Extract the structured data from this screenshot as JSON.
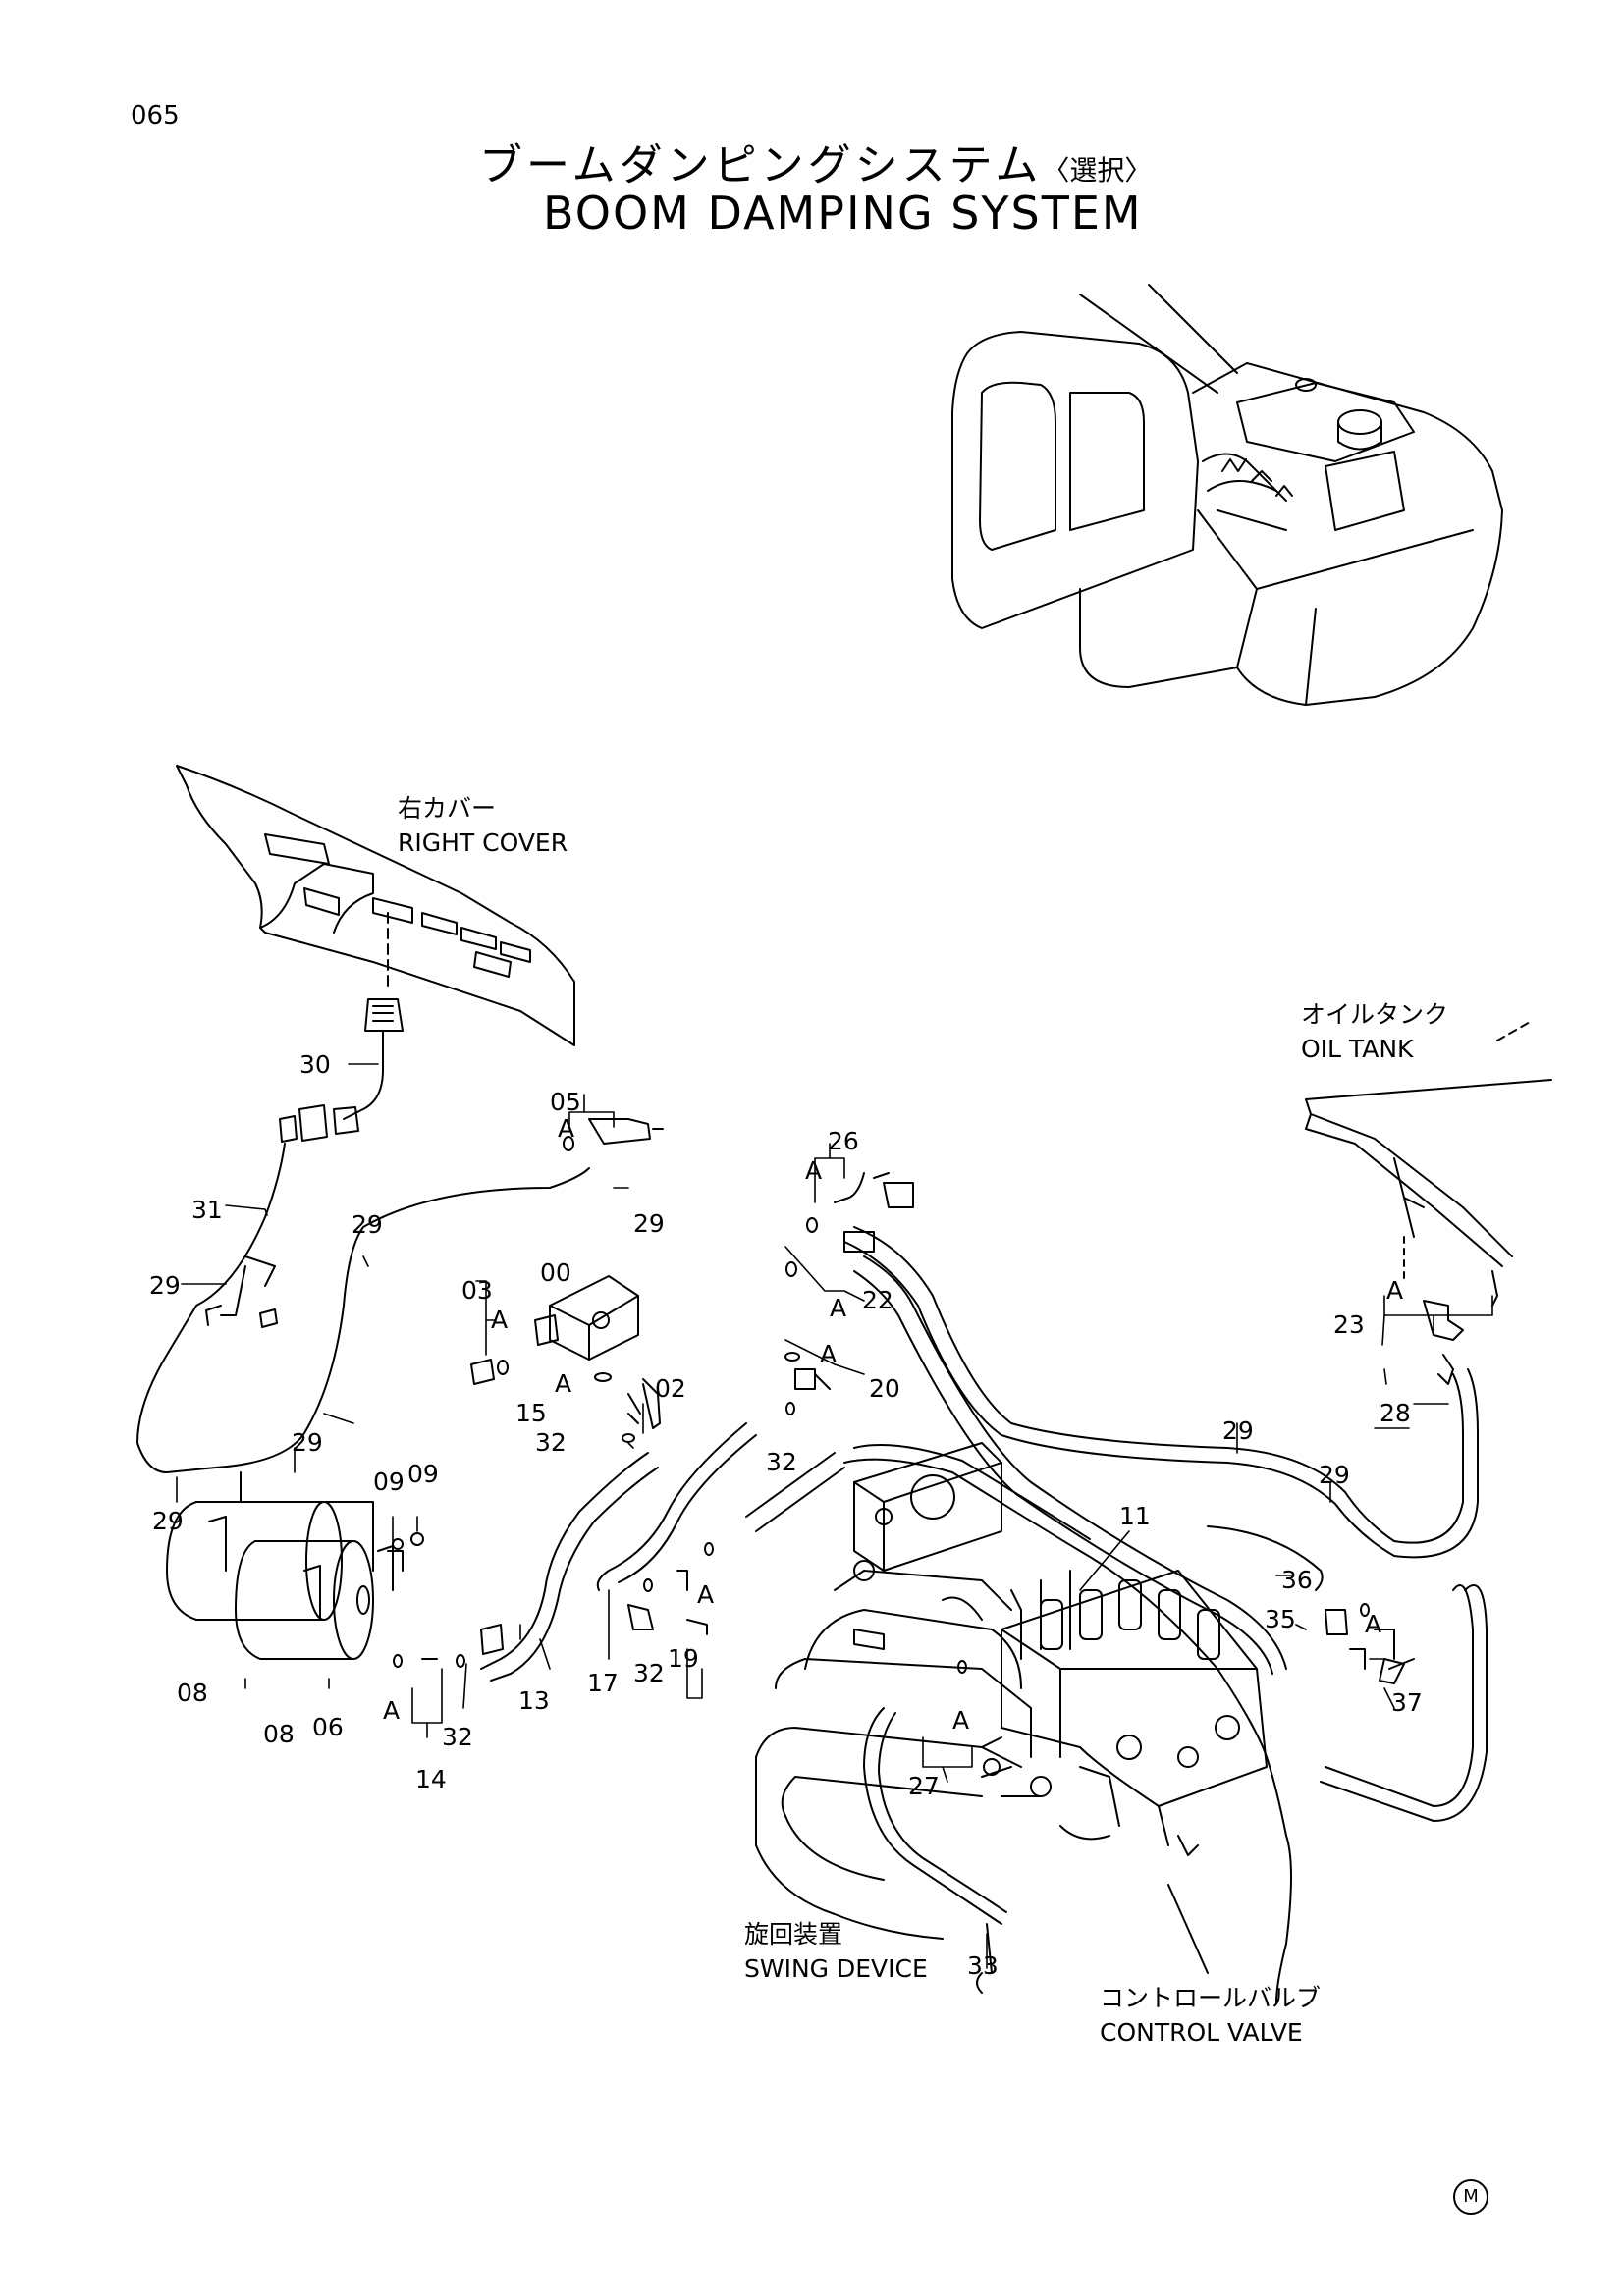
{
  "page_number": "065",
  "title_ja": "ブームダンピングシステム",
  "title_ja_option": "〈選択〉",
  "title_en": "BOOM DAMPING SYSTEM",
  "labels": {
    "right_cover_ja": "右カバー",
    "right_cover_en": "RIGHT COVER",
    "oil_tank_ja": "オイルタンク",
    "oil_tank_en": "OIL TANK",
    "swing_device_ja": "旋回装置",
    "swing_device_en": "SWING DEVICE",
    "control_valve_ja": "コントロールバルブ",
    "control_valve_en": "CONTROL VALVE"
  },
  "part_numbers": [
    "00",
    "02",
    "03",
    "05",
    "06",
    "08",
    "09",
    "11",
    "13",
    "14",
    "15",
    "17",
    "19",
    "20",
    "22",
    "23",
    "26",
    "27",
    "28",
    "29",
    "30",
    "31",
    "32",
    "33",
    "35",
    "36",
    "37"
  ],
  "callouts": {
    "p30": "30",
    "p31": "31",
    "p29a": "29",
    "p29b": "29",
    "p29c": "29",
    "p29d": "29",
    "p29e": "29",
    "p29f": "29",
    "p29g": "29",
    "p05": "05",
    "p26": "26",
    "p22": "22",
    "p00": "00",
    "p03": "03",
    "p02": "02",
    "p20": "20",
    "p15": "15",
    "p32a": "32",
    "p32b": "32",
    "p32c": "32",
    "p32d": "32",
    "p09a": "09",
    "p09b": "09",
    "p08a": "08",
    "p08b": "08",
    "p06": "06",
    "p14": "14",
    "p13": "13",
    "p17": "17",
    "p19": "19",
    "p11": "11",
    "p23": "23",
    "p28": "28",
    "p36": "36",
    "p35": "35",
    "p37": "37",
    "p27": "27",
    "p33": "33",
    "A1": "A",
    "A2": "A",
    "A3": "A",
    "A4": "A",
    "A5": "A",
    "A6": "A",
    "A7": "A",
    "A8": "A",
    "A9": "A",
    "A10": "A",
    "A11": "A"
  },
  "manufacturer_mark": "M"
}
